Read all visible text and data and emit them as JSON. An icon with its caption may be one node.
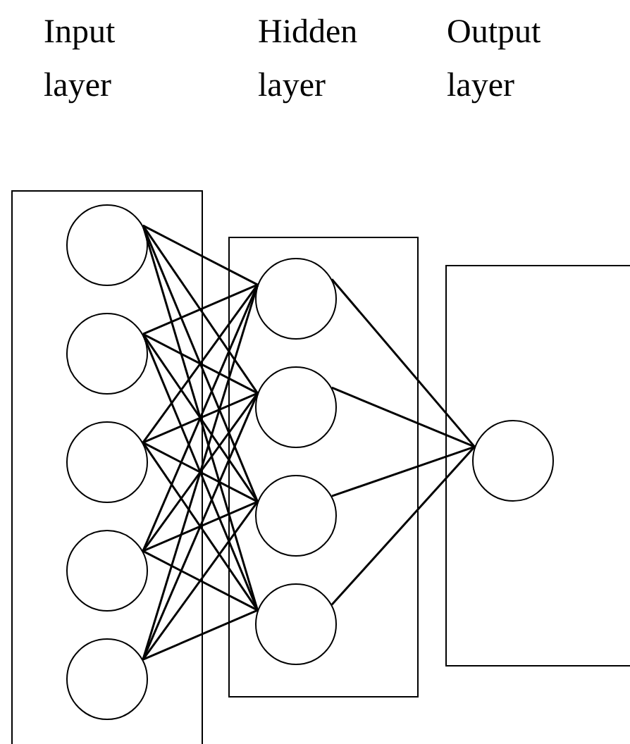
{
  "diagram": {
    "nodes": [
      {
        "text": [
          "Input layer"
        ]
      },
      {
        "text": [
          "Hidden layer"
        ]
      },
      {
        "text": [
          "Output layer"
        ]
      },
      {
        "text": [],
        "shape": "circle",
        "in": 0
      },
      {
        "text": [],
        "shape": "circle",
        "in": 0
      },
      {
        "text": [],
        "shape": "circle",
        "in": 0
      },
      {
        "text": [],
        "shape": "circle",
        "in": 0
      },
      {
        "text": [],
        "shape": "circle",
        "in": 0
      },
      {
        "text": [],
        "shape": "circle",
        "in": 1
      },
      {
        "text": [],
        "shape": "circle",
        "in": 1
      },
      {
        "text": [],
        "shape": "circle",
        "in": 1
      },
      {
        "text": [],
        "shape": "circle",
        "in": 1
      },
      {
        "text": [],
        "shape": "circle",
        "in": 2
      }
    ],
    "edges": [
      {
        "from": 3,
        "to": 8,
        "arrow": "none"
      },
      {
        "from": 3,
        "to": 9,
        "arrow": "none"
      },
      {
        "from": 3,
        "to": 10,
        "arrow": "none"
      },
      {
        "from": 3,
        "to": 11,
        "arrow": "none"
      },
      {
        "from": 4,
        "to": 8,
        "arrow": "none"
      },
      {
        "from": 4,
        "to": 9,
        "arrow": "none"
      },
      {
        "from": 4,
        "to": 10,
        "arrow": "none"
      },
      {
        "from": 4,
        "to": 11,
        "arrow": "none"
      },
      {
        "from": 5,
        "to": 8,
        "arrow": "none"
      },
      {
        "from": 5,
        "to": 9,
        "arrow": "none"
      },
      {
        "from": 5,
        "to": 10,
        "arrow": "none"
      },
      {
        "from": 5,
        "to": 11,
        "arrow": "none"
      },
      {
        "from": 6,
        "to": 8,
        "arrow": "none"
      },
      {
        "from": 6,
        "to": 9,
        "arrow": "none"
      },
      {
        "from": 6,
        "to": 10,
        "arrow": "none"
      },
      {
        "from": 6,
        "to": 11,
        "arrow": "none"
      },
      {
        "from": 7,
        "to": 8,
        "arrow": "none"
      },
      {
        "from": 7,
        "to": 9,
        "arrow": "none"
      },
      {
        "from": 7,
        "to": 10,
        "arrow": "none"
      },
      {
        "from": 7,
        "to": 11,
        "arrow": "none"
      },
      {
        "from": 8,
        "to": 12,
        "arrow": "none"
      },
      {
        "from": 9,
        "to": 12,
        "arrow": "none"
      },
      {
        "from": 10,
        "to": 12,
        "arrow": "none"
      },
      {
        "from": 11,
        "to": 12,
        "arrow": "none"
      }
    ]
  }
}
